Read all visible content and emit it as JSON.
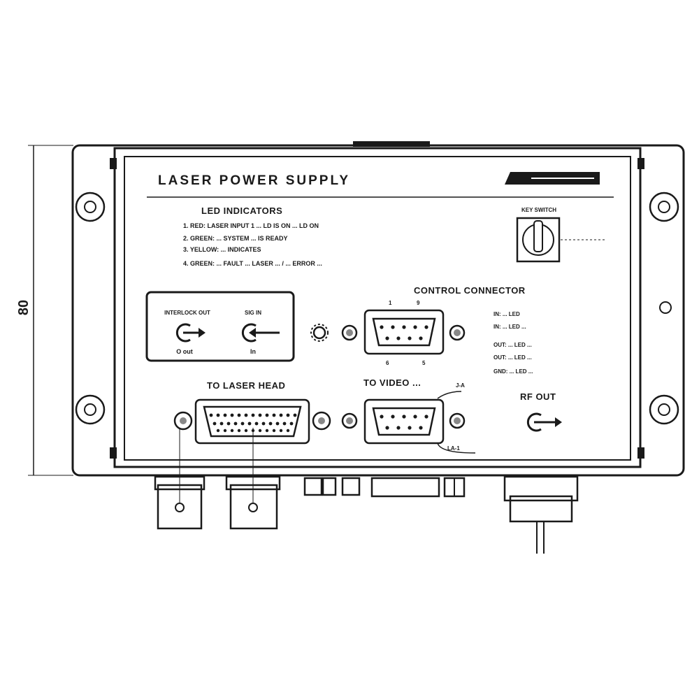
{
  "diagram": {
    "title": "LASER POWER SUPPLY",
    "dimension_label": "80",
    "led_section_heading": "LED INDICATORS",
    "led_notes": [
      "1. RED: LASER INPUT 1 ... LD IS ON ... LD ON",
      "2. GREEN: ... SYSTEM ... IS READY",
      "3. YELLOW: ... INDICATES",
      "4. GREEN: ... FAULT ... LASER ... / ... ERROR ..."
    ],
    "key_switch_label": "KEY SWITCH",
    "io_box": {
      "left_label": "INTERLOCK OUT",
      "left_sub": "O out",
      "right_label": "SIG IN",
      "right_sub": "In"
    },
    "control_connector_label": "CONTROL CONNECTOR",
    "control_pins": [
      "1",
      "9",
      "6",
      "5"
    ],
    "control_notes": [
      "IN: ... LED",
      "IN: ... LED ...",
      "OUT: ... LED ...",
      "OUT: ... LED ...",
      "GND: ... LED ..."
    ],
    "to_laser_head_label": "TO LASER HEAD",
    "to_video_label": "TO VIDEO ...",
    "video_tag_top": "J-A",
    "video_tag_bottom": "LA-1",
    "rf_out_label": "RF OUT"
  }
}
